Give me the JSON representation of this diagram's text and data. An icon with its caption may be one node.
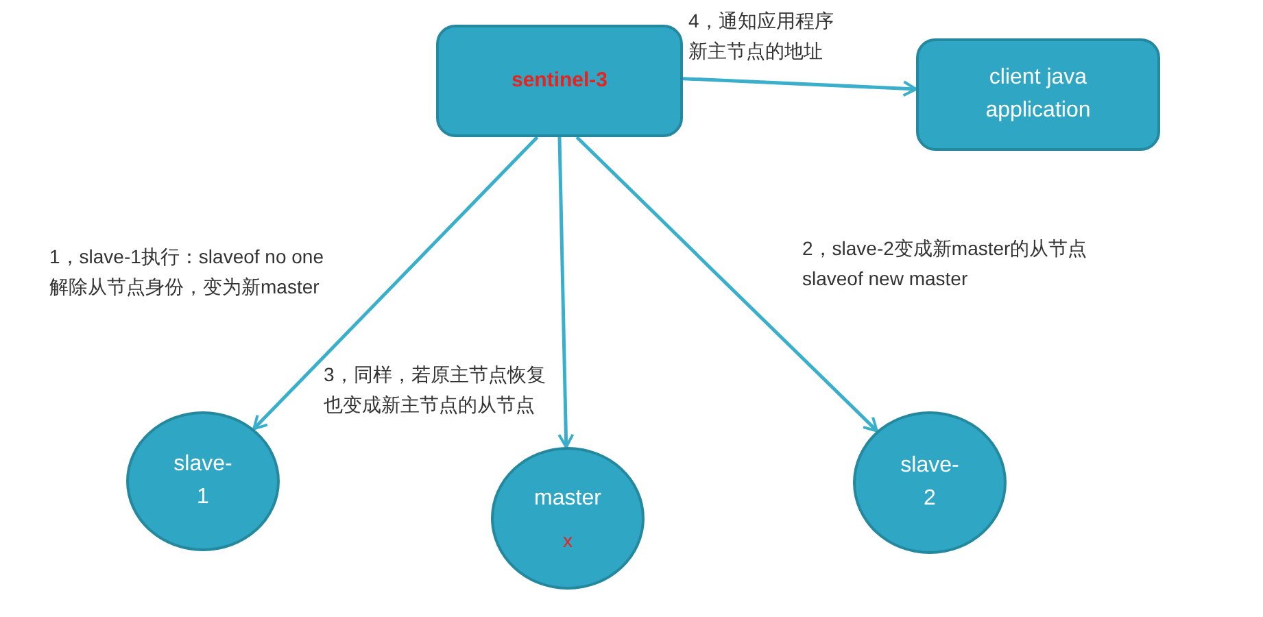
{
  "diagram": {
    "nodes": [
      {
        "text": [
          "sentinel-3"
        ]
      },
      {
        "text": [
          "client java application"
        ]
      },
      {
        "text": [
          "slave-1"
        ]
      },
      {
        "text": [
          "master",
          "x"
        ]
      },
      {
        "text": [
          "slave-2"
        ]
      }
    ],
    "edges": [
      {
        "from": 0,
        "to": 1,
        "arrow": "to",
        "label": "4，通知应用程序新主节点的地址"
      },
      {
        "from": 0,
        "to": 2,
        "arrow": "to",
        "label": "1，slave-1执行：slaveof no one 解除从节点身份，变为新master"
      },
      {
        "from": 0,
        "to": 3,
        "arrow": "to",
        "label": "3，同样，若原主节点恢复也变成新主节点的从节点"
      },
      {
        "from": 0,
        "to": 4,
        "arrow": "to",
        "label": "2，slave-2变成新master的从节点 slaveof new master"
      }
    ]
  }
}
